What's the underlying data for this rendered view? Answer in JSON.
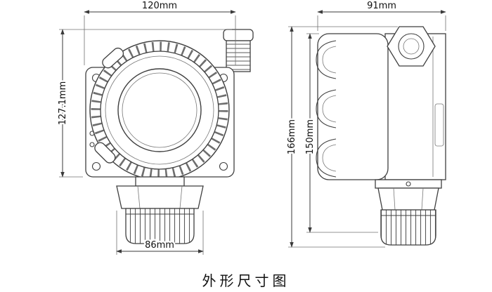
{
  "caption": "外形尺寸图",
  "views": {
    "front": {
      "dims": {
        "top_width": "120mm",
        "left_height": "127.1mm",
        "bottom_width": "86mm"
      }
    },
    "side": {
      "dims": {
        "top_width": "91mm",
        "outer_height": "166mm",
        "inner_height": "150mm"
      }
    }
  },
  "colors": {
    "line": "#3f3f3f",
    "dimension_text": "#111111",
    "background": "#ffffff"
  }
}
